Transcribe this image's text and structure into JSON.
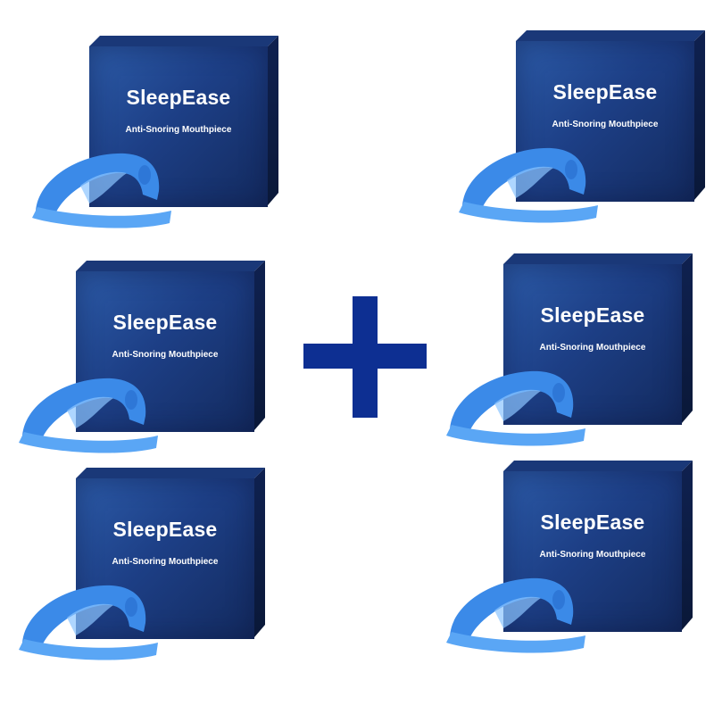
{
  "products": [
    {
      "brand": "SleepEase",
      "tagline": "Anti-Snoring Mouthpiece"
    },
    {
      "brand": "SleepEase",
      "tagline": "Anti-Snoring Mouthpiece"
    },
    {
      "brand": "SleepEase",
      "tagline": "Anti-Snoring Mouthpiece"
    },
    {
      "brand": "SleepEase",
      "tagline": "Anti-Snoring Mouthpiece"
    },
    {
      "brand": "SleepEase",
      "tagline": "Anti-Snoring Mouthpiece"
    },
    {
      "brand": "SleepEase",
      "tagline": "Anti-Snoring Mouthpiece"
    }
  ],
  "colors": {
    "box_blue": "#1d3f86",
    "mouthpiece_blue": "#4a9af0",
    "plus_blue": "#0d2f92",
    "background": "#ffffff"
  },
  "icons": {
    "plus": "plus-icon",
    "mouthpiece": "mouthpiece-icon"
  }
}
